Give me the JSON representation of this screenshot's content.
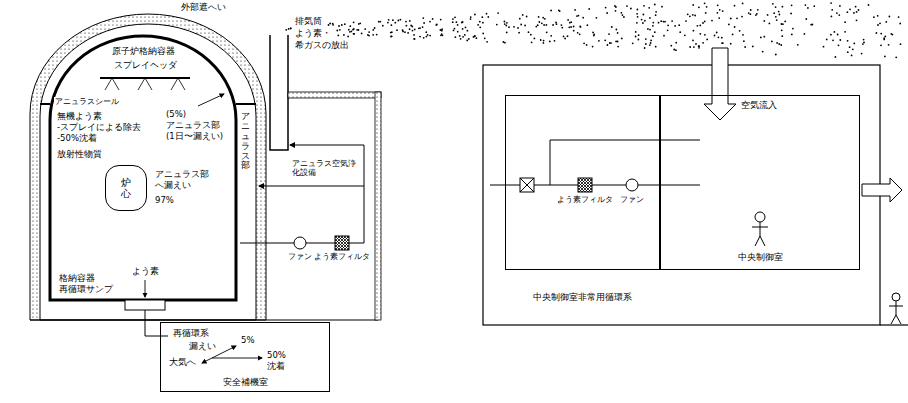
{
  "diagram": {
    "nodes": [
      {
        "text": [
          "外部遮へい"
        ]
      },
      {
        "text": [
          "原子炉格納容器"
        ],
        "in": 0
      },
      {
        "text": [
          "炉心"
        ],
        "in": 1
      },
      {
        "text": [
          "安全補機室"
        ]
      },
      {
        "text": [
          "中央制御室非常用循環系"
        ]
      },
      {
        "text": [
          "中央制御室"
        ]
      }
    ],
    "labels": [
      "スプレイヘッダ",
      "アニュラスシール",
      "無機よう素",
      "-スプレイによる除去",
      "-50%沈着",
      "放射性物質",
      "(5%)",
      "アニュラス部",
      "(1日〜漏えい)",
      "アニュラス部",
      "アニュラス部",
      "へ漏えい",
      "97%",
      "よう素",
      "格納容器",
      "再循環サンプ",
      "再循環系",
      "漏えい",
      "5%",
      "50%",
      "沈着",
      "大気へ",
      "ファン",
      "よう素フィルタ",
      "アニュラス空気浄化設備",
      "排気筒",
      "よう素・",
      "希ガスの放出",
      "空気流入",
      "よう素フィルタ",
      "ファン"
    ]
  }
}
